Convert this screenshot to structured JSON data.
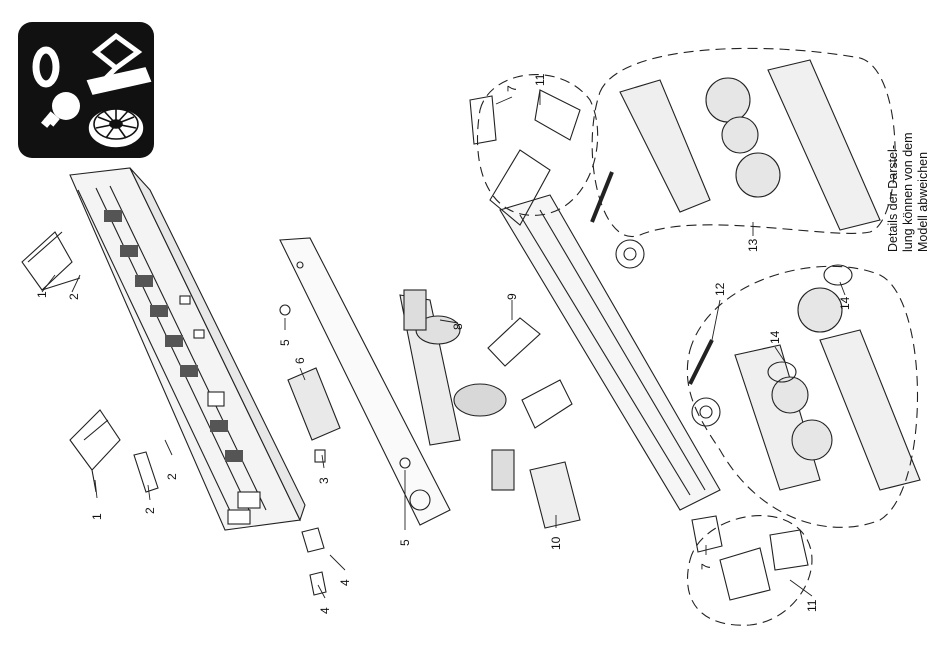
{
  "note": {
    "line1": "Details der Darstel-",
    "line2": "lung können von dem",
    "line3": "Modell abweichen"
  },
  "badge": {
    "scale_label": "0",
    "icons": [
      "pantograph-icon",
      "lamp-icon",
      "wheel-icon"
    ]
  },
  "callouts": {
    "c1a": "1",
    "c1b": "1",
    "c2a": "2",
    "c2b": "2",
    "c2c": "2",
    "c3": "3",
    "c4a": "4",
    "c4b": "4",
    "c5a": "5",
    "c5b": "5",
    "c6": "6",
    "c7a": "7",
    "c7b": "7",
    "c8": "8",
    "c9": "9",
    "c10": "10",
    "c11a": "11",
    "c11b": "11",
    "c12": "12",
    "c13": "13",
    "c14a": "14",
    "c14b": "14"
  },
  "colors": {
    "ink": "#111111",
    "badge_bg": "#111111",
    "paper": "#ffffff"
  }
}
